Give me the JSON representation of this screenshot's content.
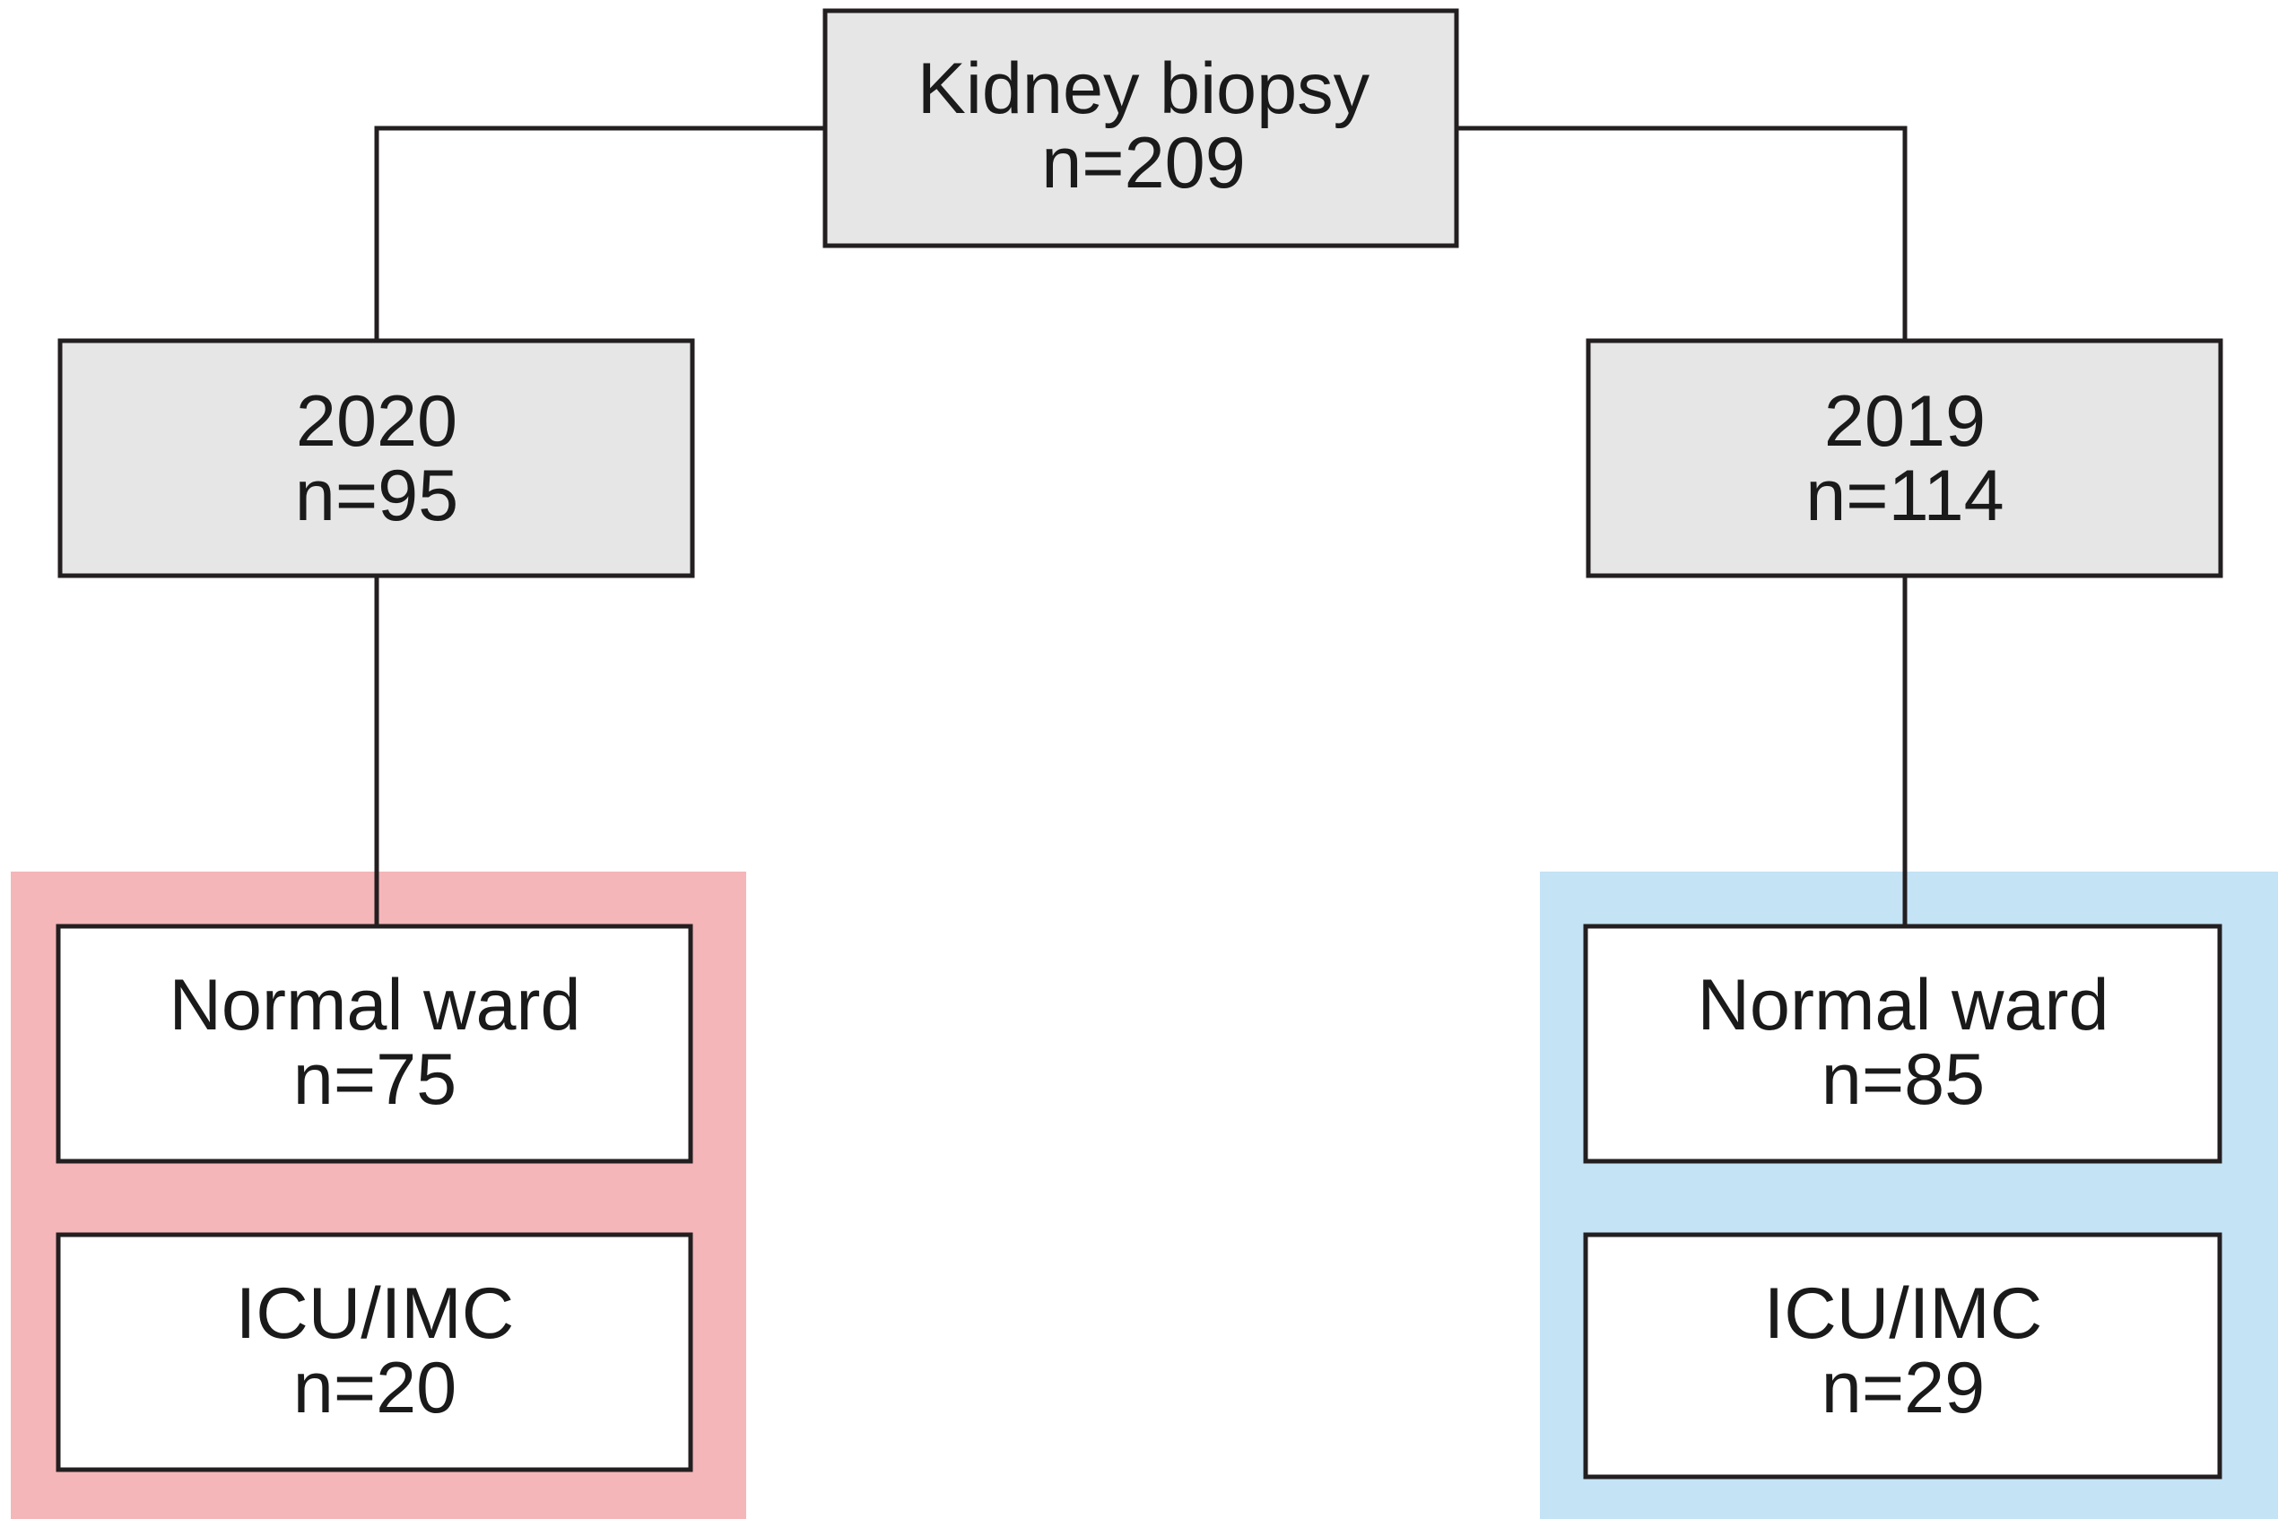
{
  "colors": {
    "group_2020": "#f5b6b9",
    "group_2019": "#c4e3f5",
    "header_box": "#e6e6e6",
    "leaf_box": "#ffffff",
    "line": "#231f20"
  },
  "nodes": {
    "root": {
      "line1": "Kidney biopsy",
      "line2": "n=209"
    },
    "year_2020": {
      "line1": "2020",
      "line2": "n=95"
    },
    "year_2019": {
      "line1": "2019",
      "line2": "n=114"
    },
    "ward_2020": {
      "line1": "Normal ward",
      "line2": "n=75"
    },
    "icu_2020": {
      "line1": "ICU/IMC",
      "line2": "n=20"
    },
    "ward_2019": {
      "line1": "Normal ward",
      "line2": "n=85"
    },
    "icu_2019": {
      "line1": "ICU/IMC",
      "line2": "n=29"
    }
  }
}
